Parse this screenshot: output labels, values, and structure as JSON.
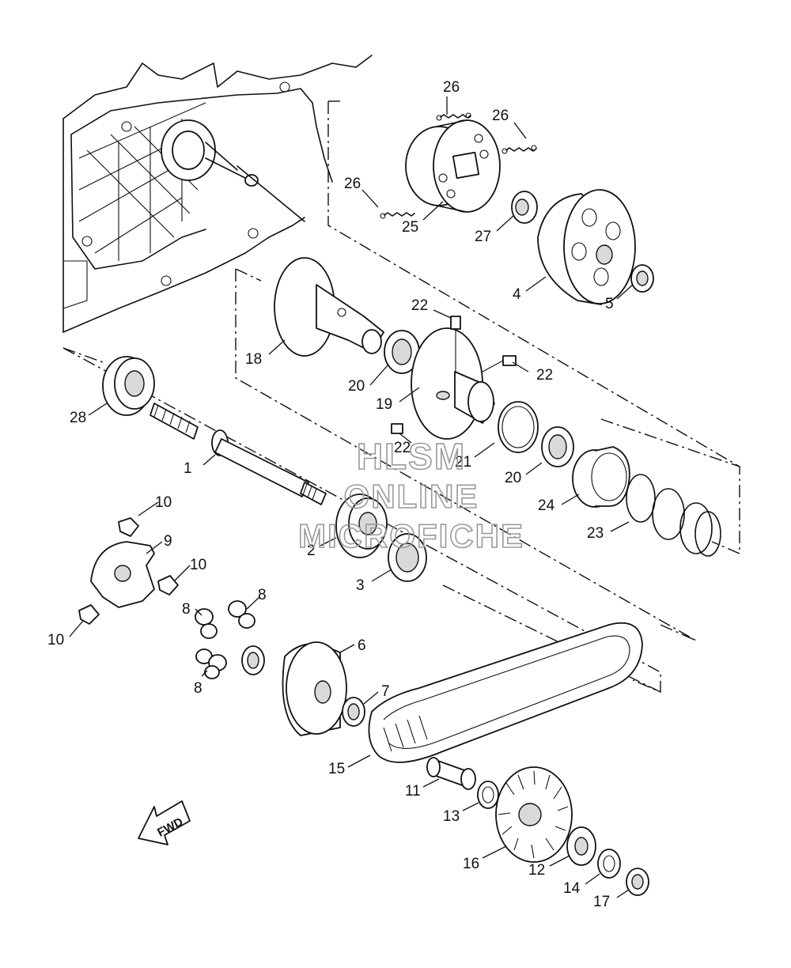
{
  "watermark": {
    "line1": "HLSM",
    "line2": "ONLINE",
    "line3": "MICROFICHE"
  },
  "fwd_arrow": {
    "label": "FWD"
  },
  "callouts": [
    {
      "id": "c1",
      "label": "1"
    },
    {
      "id": "c2",
      "label": "2"
    },
    {
      "id": "c3",
      "label": "3"
    },
    {
      "id": "c4",
      "label": "4"
    },
    {
      "id": "c5",
      "label": "5"
    },
    {
      "id": "c6",
      "label": "6"
    },
    {
      "id": "c7",
      "label": "7"
    },
    {
      "id": "c8a",
      "label": "8"
    },
    {
      "id": "c8b",
      "label": "8"
    },
    {
      "id": "c8c",
      "label": "8"
    },
    {
      "id": "c9",
      "label": "9"
    },
    {
      "id": "c10a",
      "label": "10"
    },
    {
      "id": "c10b",
      "label": "10"
    },
    {
      "id": "c10c",
      "label": "10"
    },
    {
      "id": "c11",
      "label": "11"
    },
    {
      "id": "c12",
      "label": "12"
    },
    {
      "id": "c13",
      "label": "13"
    },
    {
      "id": "c14",
      "label": "14"
    },
    {
      "id": "c15",
      "label": "15"
    },
    {
      "id": "c16",
      "label": "16"
    },
    {
      "id": "c17",
      "label": "17"
    },
    {
      "id": "c18",
      "label": "18"
    },
    {
      "id": "c19",
      "label": "19"
    },
    {
      "id": "c20a",
      "label": "20"
    },
    {
      "id": "c20b",
      "label": "20"
    },
    {
      "id": "c21",
      "label": "21"
    },
    {
      "id": "c22a",
      "label": "22"
    },
    {
      "id": "c22b",
      "label": "22"
    },
    {
      "id": "c22c",
      "label": "22"
    },
    {
      "id": "c23",
      "label": "23"
    },
    {
      "id": "c24",
      "label": "24"
    },
    {
      "id": "c25",
      "label": "25"
    },
    {
      "id": "c26a",
      "label": "26"
    },
    {
      "id": "c26b",
      "label": "26"
    },
    {
      "id": "c26c",
      "label": "26"
    },
    {
      "id": "c27",
      "label": "27"
    },
    {
      "id": "c28",
      "label": "28"
    }
  ]
}
